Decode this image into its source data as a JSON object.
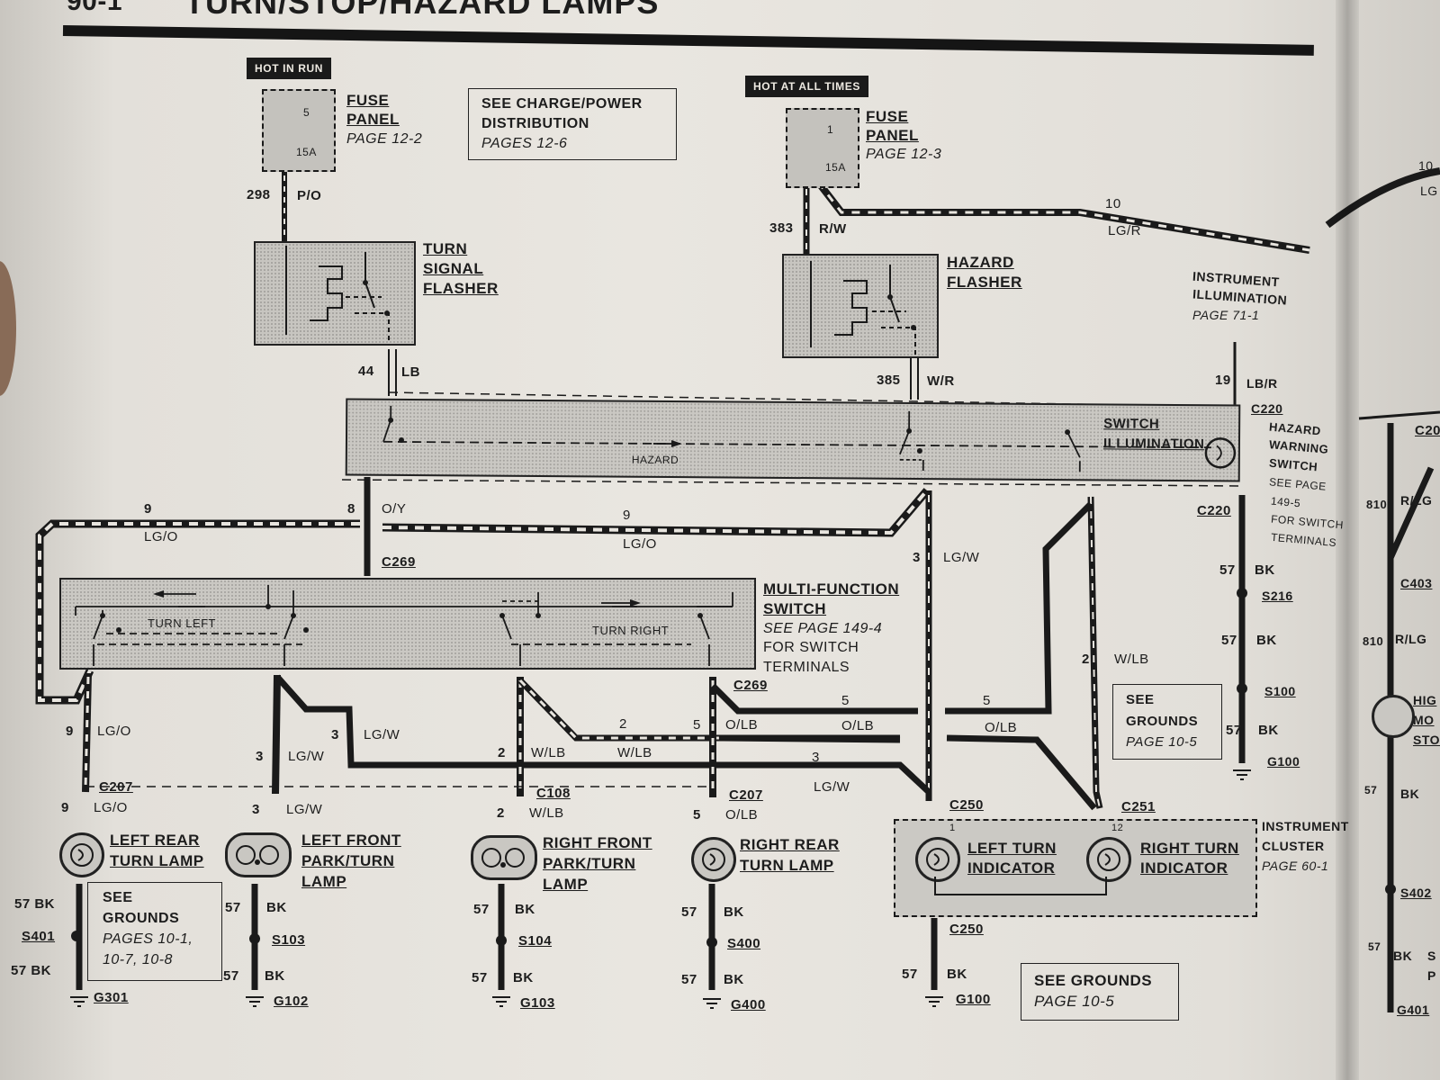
{
  "header": {
    "page_number": "90-1",
    "title": "TURN/STOP/HAZARD LAMPS"
  },
  "tags": {
    "hot_in_run": "HOT IN RUN",
    "hot_at_all_times": "HOT AT ALL TIMES"
  },
  "fuse_left": {
    "number": "5",
    "amps": "15A",
    "label1": "FUSE",
    "label2": "PANEL",
    "page": "PAGE 12-2"
  },
  "fuse_right": {
    "number": "1",
    "amps": "15A",
    "label1": "FUSE",
    "label2": "PANEL",
    "page": "PAGE 12-3"
  },
  "see_charge": {
    "line1": "SEE CHARGE/POWER",
    "line2": "DISTRIBUTION",
    "line3": "PAGES 12-6"
  },
  "wires": {
    "w298": "298",
    "po": "P/O",
    "w383": "383",
    "rw": "R/W",
    "w10": "10",
    "lgr": "LG/R",
    "w44": "44",
    "lb": "LB",
    "w385": "385",
    "wr": "W/R",
    "w19": "19",
    "lbr": "LB/R",
    "w9a": "9",
    "lgo_a": "LG/O",
    "w8": "8",
    "oy": "O/Y",
    "w9b": "9",
    "lgo_b": "LG/O",
    "w3a": "3",
    "lgw_a": "LG/W",
    "w2a": "2",
    "wlb_a": "W/LB",
    "w57a": "57",
    "bk_a": "BK",
    "w57b": "57",
    "bk_b": "BK",
    "w57c": "57",
    "bk_c": "BK",
    "w9c": "9",
    "lgo_c": "LG/O",
    "w3b": "3",
    "lgw_b": "LG/W",
    "w3c": "3",
    "lgw_c": "LG/W",
    "w2b": "2",
    "wlb_b": "W/LB",
    "w2c": "2",
    "wlb_c": "W/LB",
    "w5a": "5",
    "olb_a": "O/LB",
    "w5b": "5",
    "olb_b": "O/LB",
    "w5c": "5",
    "olb_c": "O/LB",
    "w3d": "3",
    "lgw_d": "LG/W",
    "w9d": "9",
    "lgo_d": "LG/O",
    "w3e": "3",
    "lgw_e": "LG/W",
    "w2d": "2",
    "wlb_d": "W/LB",
    "w5d": "5",
    "olb_d": "O/LB",
    "w57d": "57 BK",
    "w57e": "57 BK",
    "w57f": "57",
    "bk_f": "BK",
    "w57g": "57",
    "bk_g": "BK",
    "w57h": "57",
    "bk_h": "BK",
    "w57i": "57",
    "bk_i": "BK",
    "w57j": "57",
    "bk_j": "BK",
    "w57k": "57",
    "bk_k": "BK",
    "w57l": "57",
    "bk_l": "BK",
    "w57m": "57",
    "bk_m": "BK",
    "w810a": "810",
    "rlg_a": "R/LG",
    "w810b": "810",
    "rlg_b": "R/LG",
    "w57n": "57",
    "bk_n": "BK",
    "w57o": "57",
    "bk_o": "BK",
    "w10r": "10",
    "lg_r": "LG"
  },
  "devices": {
    "turn_flasher": [
      "TURN",
      "SIGNAL",
      "FLASHER"
    ],
    "hazard_flasher": [
      "HAZARD",
      "FLASHER"
    ],
    "instr_illum": [
      "INSTRUMENT",
      "ILLUMINATION",
      "PAGE 71-1"
    ],
    "hazard_switch_inner": [
      "SWITCH",
      "ILLUMINATION"
    ],
    "hazard_text": "HAZARD",
    "hazard_switch_side": [
      "HAZARD",
      "WARNING",
      "SWITCH",
      "SEE PAGE",
      "149-5",
      "FOR SWITCH",
      "TERMINALS"
    ],
    "multi_function": [
      "MULTI-FUNCTION",
      "SWITCH",
      "SEE PAGE 149-4",
      "FOR SWITCH",
      "TERMINALS"
    ],
    "turn_left": "TURN LEFT",
    "turn_right": "TURN RIGHT",
    "see_grounds_1": [
      "SEE",
      "GROUNDS",
      "PAGE 10-5"
    ],
    "see_grounds_2": [
      "SEE",
      "GROUNDS",
      "PAGES 10-1,",
      "10-7, 10-8"
    ],
    "see_grounds_3": [
      "SEE GROUNDS",
      "PAGE 10-5"
    ],
    "left_rear": [
      "LEFT REAR",
      "TURN LAMP"
    ],
    "left_front": [
      "LEFT FRONT",
      "PARK/TURN",
      "LAMP"
    ],
    "right_front": [
      "RIGHT FRONT",
      "PARK/TURN",
      "LAMP"
    ],
    "right_rear": [
      "RIGHT REAR",
      "TURN LAMP"
    ],
    "left_ind": [
      "LEFT TURN",
      "INDICATOR"
    ],
    "right_ind": [
      "RIGHT TURN",
      "INDICATOR"
    ],
    "cluster": [
      "INSTRUMENT",
      "CLUSTER",
      "PAGE 60-1"
    ],
    "cluster_pin1": "1",
    "cluster_pin12": "12",
    "hig": [
      "HIG",
      "MO",
      "STO"
    ],
    "right_edge": [
      "S",
      "P"
    ]
  },
  "connectors": {
    "c220a": "C220",
    "c220b": "C220",
    "c269a": "C269",
    "c269b": "C269",
    "c207a": "C207",
    "c108": "C108",
    "c207b": "C207",
    "c250a": "C250",
    "c251": "C251",
    "c250b": "C250",
    "c20x": "C20",
    "c403": "C403"
  },
  "splices": {
    "s216": "S216",
    "s100": "S100",
    "s401": "S401",
    "s103": "S103",
    "s104": "S104",
    "s400": "S400",
    "s402": "S402"
  },
  "grounds": {
    "g100a": "G100",
    "g301": "G301",
    "g102": "G102",
    "g103": "G103",
    "g400": "G400",
    "g100b": "G100",
    "g401": "G401"
  }
}
